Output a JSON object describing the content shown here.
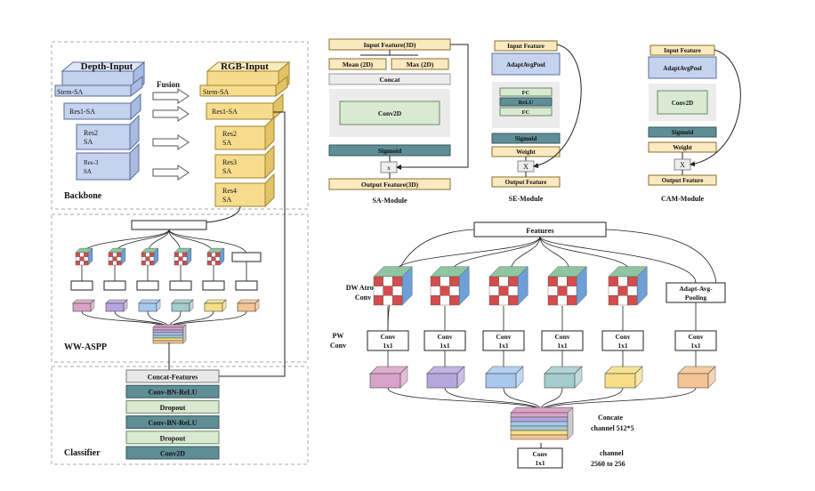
{
  "backbone": {
    "depth_title": "Depth-Input",
    "rgb_title": "RGB-Input",
    "fusion": "Fusion",
    "depth_stem": "Stem-SA",
    "depth_res1": "Res1-SA",
    "depth_res2_a": "Res2",
    "depth_res2_b": "SA",
    "depth_res3_a": "Res-3",
    "depth_res3_b": "SA",
    "rgb_stem": "Stem-SA",
    "rgb_res1": "Res1-SA",
    "rgb_res2_a": "Res2",
    "rgb_res2_b": "SA",
    "rgb_res3_a": "Res3",
    "rgb_res3_b": "SA",
    "rgb_res4_a": "Res4",
    "rgb_res4_b": "SA",
    "section_label": "Backbone"
  },
  "wwaspp": {
    "section_label": "WW-ASPP"
  },
  "classifier": {
    "section_label": "Classifier",
    "layers": [
      "Concat-Features",
      "Conv-BN-ReLU",
      "Dropout",
      "Conv-BN-ReLU",
      "Dropout",
      "Conv2D"
    ]
  },
  "sa_module": {
    "input": "Input Feature(3D)",
    "mean": "Mean (2D)",
    "max": "Max (2D)",
    "concat": "Concat",
    "conv": "Conv2D",
    "sigmoid": "Sigmoid",
    "mult": "x",
    "output": "Output Feature(3D)",
    "caption": "SA-Module"
  },
  "se_module": {
    "input": "Input Feature",
    "pool": "AdaptAvgPool",
    "fc1": "FC",
    "relu": "ReLU",
    "fc2": "FC",
    "sigmoid": "Sigmoid",
    "weight": "Weight",
    "mult": "X",
    "output": "Output Feature",
    "caption": "SE-Module"
  },
  "cam_module": {
    "input": "Input Feature",
    "pool": "AdaptAvgPool",
    "conv": "Conv2D",
    "sigmoid": "Sigmoid",
    "weight": "Weight",
    "mult": "X",
    "output": "Output Feature",
    "caption": "CAM-Module"
  },
  "aspp_detail": {
    "features": "Features",
    "dw_label_1": "DW Atrous",
    "dw_label_2": "Conv",
    "pw_label_1": "PW",
    "pw_label_2": "Conv",
    "conv_line1": "Conv",
    "conv_line2": "1x1",
    "pool_line1": "Adapt-Avg-",
    "pool_line2": "Pooling",
    "concate_1": "Concate",
    "concate_2": "channel 512*5",
    "final_conv_1": "Conv",
    "final_conv_2": "1x1",
    "channel_1": "channel",
    "channel_2": "2560 to 256"
  },
  "colors": {
    "depth_blue": "#c5d3ee",
    "rgb_yellow": "#f6dd8e",
    "teal": "#5f8e96",
    "light_green": "#d9ead3",
    "cube_colors": [
      "#d9a3c8",
      "#b7a6de",
      "#a7c9ee",
      "#a4cccc",
      "#f6df86",
      "#f5c493"
    ]
  }
}
